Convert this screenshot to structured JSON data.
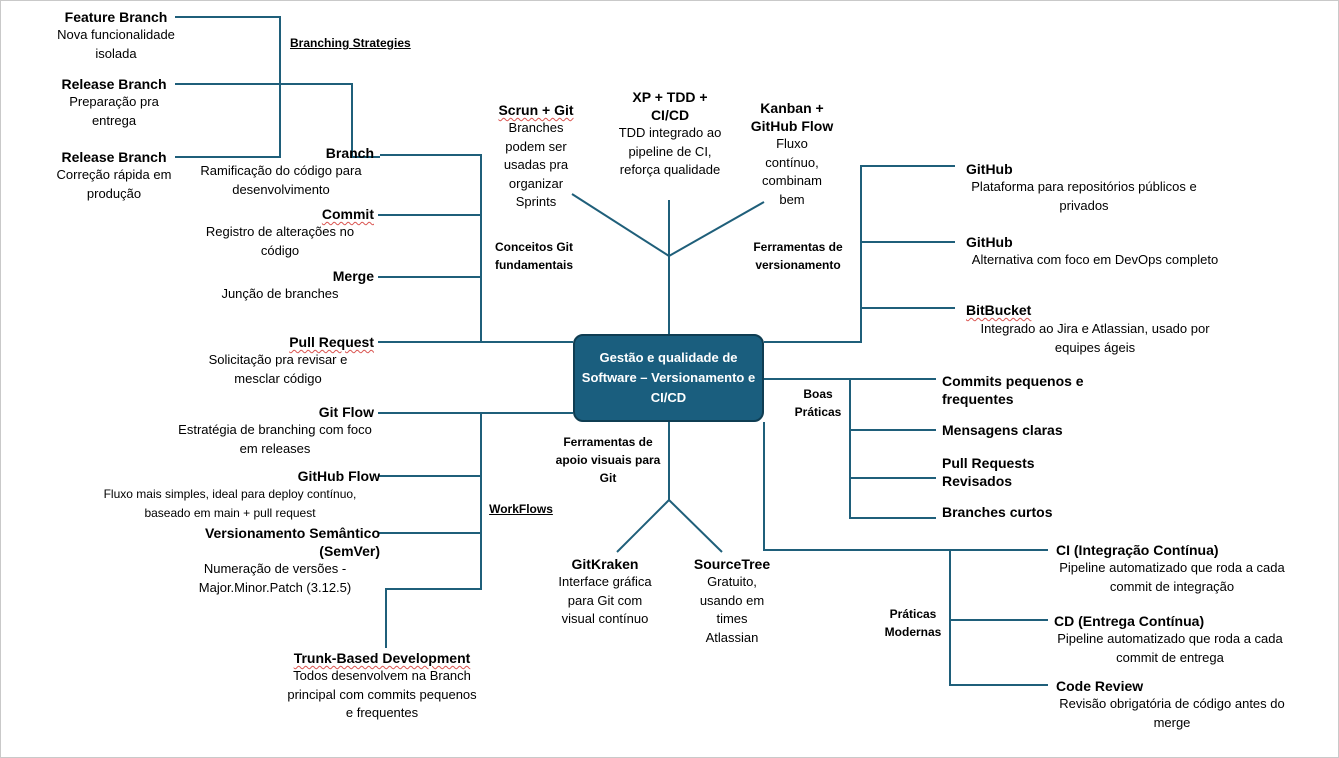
{
  "colors": {
    "line": "#1f5f7a",
    "center_fill": "#1a5e7e",
    "squiggle": "#d9534f"
  },
  "center": {
    "title": "Gestão e qualidade de Software – Versionamento e CI/CD"
  },
  "groups": {
    "branching": "Branching Strategies",
    "conceitos": "Conceitos Git fundamentais",
    "workflows": "WorkFlows",
    "ferramentas_visuais": "Ferramentas de apoio visuais para Git",
    "ferramentas_versionamento": "Ferramentas de versionamento",
    "boas_praticas": "Boas Práticas",
    "praticas_modernas": "Práticas Modernas"
  },
  "branching": {
    "feature": {
      "title": "Feature Branch",
      "desc": "Nova funcionalidade isolada"
    },
    "release": {
      "title": "Release Branch",
      "desc": "Preparação pra entrega"
    },
    "hotfix": {
      "title": "Release Branch",
      "desc": "Correção rápida em produção"
    }
  },
  "conceitos": {
    "branch": {
      "title": "Branch",
      "desc": "Ramificação do código para desenvolvimento"
    },
    "commit": {
      "title": "Commit",
      "desc": "Registro de alterações no código"
    },
    "merge": {
      "title": "Merge",
      "desc": "Junção de branches"
    },
    "pull_request": {
      "title": "Pull Request",
      "desc": "Solicitação pra revisar e mesclar código"
    }
  },
  "workflows": {
    "git_flow": {
      "title": "Git Flow",
      "desc": "Estratégia de branching com foco em releases"
    },
    "github_flow": {
      "title": "GitHub Flow",
      "desc": "Fluxo mais simples, ideal para deploy contínuo, baseado em main + pull request"
    },
    "semver": {
      "title": "Versionamento Semântico (SemVer)",
      "desc": "Numeração de versões - Major.Minor.Patch (3.12.5)"
    },
    "trunk": {
      "title": "Trunk-Based Development",
      "desc": "Todos desenvolvem na Branch principal com commits pequenos e frequentes"
    }
  },
  "top": {
    "scrum": {
      "title": "Scrun + Git",
      "desc": "Branches podem ser usadas pra organizar Sprints"
    },
    "xp": {
      "title": "XP + TDD + CI/CD",
      "desc": "TDD integrado ao pipeline de CI, reforça qualidade"
    },
    "kanban": {
      "title": "Kanban + GitHub Flow",
      "desc": "Fluxo contínuo, combinam bem"
    }
  },
  "ferramentas": {
    "github1": {
      "title": "GitHub",
      "desc": "Plataforma para repositórios públicos e privados"
    },
    "github2": {
      "title": "GitHub",
      "desc": "Alternativa com foco em DevOps completo"
    },
    "bitbucket": {
      "title": "BitBucket",
      "desc": "Integrado ao Jira e Atlassian, usado por equipes ágeis"
    }
  },
  "boas": {
    "commits": "Commits pequenos e frequentes",
    "mensagens": "Mensagens claras",
    "pull_requests": "Pull Requests Revisados",
    "branches": "Branches curtos"
  },
  "visuais": {
    "gitkraken": {
      "title": "GitKraken",
      "desc": "Interface gráfica para Git com visual contínuo"
    },
    "sourcetree": {
      "title": "SourceTree",
      "desc": "Gratuito, usando em times Atlassian"
    }
  },
  "modernas": {
    "ci": {
      "title": "CI (Integração Contínua)",
      "desc": "Pipeline automatizado que roda a cada commit de integração"
    },
    "cd": {
      "title": "CD (Entrega Contínua)",
      "desc": "Pipeline automatizado que roda a cada commit de entrega"
    },
    "review": {
      "title": "Code Review",
      "desc": "Revisão obrigatória de código antes do merge"
    }
  }
}
